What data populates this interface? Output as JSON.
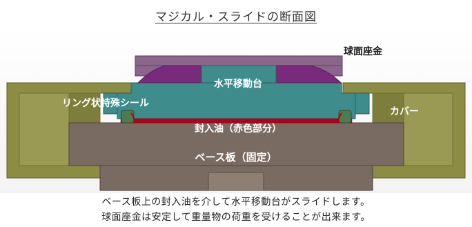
{
  "title": "マジカル・スライドの断面図",
  "labels": {
    "spherical_seat": "球面座金",
    "horizontal_stage": "水平移動台",
    "ring_seal": "リング状特殊シール",
    "cover": "カバー",
    "sealed_oil": "封入油（赤色部分）",
    "base_plate": "ベース板（固定）"
  },
  "caption": {
    "line1": "ベース板上の封入油を介して水平移動台がスライドします。",
    "line2": "球面座金は安定して重量物の荷重を受けることが出来ます。"
  },
  "colors": {
    "cover": "#8c8c45",
    "cover_dark": "#6f6f34",
    "base": "#7a6b62",
    "base_light": "#8e7f75",
    "stage": "#3e8c8c",
    "stage_dark": "#2f7070",
    "seat_top": "#8a668a",
    "seat_inner": "#7a2a7a",
    "oil": "#b3001b",
    "seal": "#507a50"
  }
}
